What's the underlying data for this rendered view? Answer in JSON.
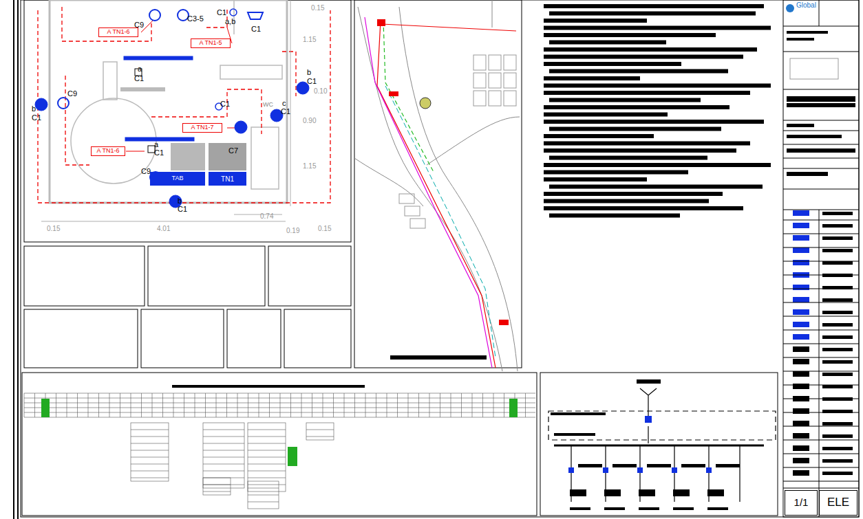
{
  "diagram": {
    "nodes": [
      {
        "text": [
          "A TN1-6"
        ]
      },
      {
        "text": [
          "A TN1-5"
        ]
      },
      {
        "text": [
          "A TN1-7"
        ]
      },
      {
        "text": [
          "A TN1-6"
        ]
      },
      {
        "text": [
          "TAB"
        ]
      },
      {
        "text": [
          "TN1"
        ]
      },
      {
        "text": [
          "1/1"
        ]
      },
      {
        "text": [
          "ELE"
        ]
      }
    ],
    "labels": [
      "C9",
      "C3-5",
      "C1",
      "a,b",
      "C1",
      "a",
      "C1",
      "C9",
      "b",
      "C1",
      "b",
      "C1",
      "C1",
      "c",
      "C1",
      "WC",
      "C7",
      "a",
      "C1",
      "C9",
      "b",
      "C1",
      "0.15",
      "1.15",
      "0.10",
      "0.90",
      "1.15",
      "0.74",
      "0.19",
      "0.15",
      "4.01",
      "0.15",
      "Global"
    ]
  }
}
